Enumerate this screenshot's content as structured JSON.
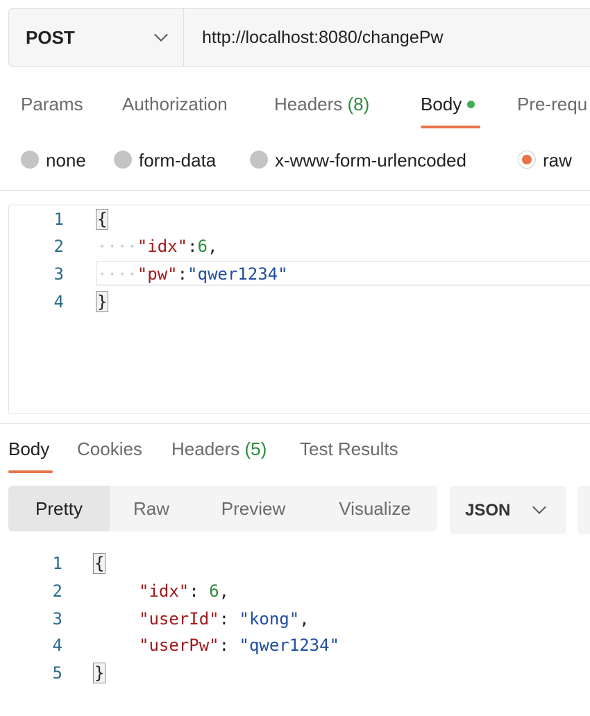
{
  "request": {
    "method": "POST",
    "url": "http://localhost:8080/changePw"
  },
  "request_tabs": [
    {
      "label": "Params"
    },
    {
      "label": "Authorization"
    },
    {
      "label": "Headers",
      "count": "(8)"
    },
    {
      "label": "Body",
      "active": true
    },
    {
      "label": "Pre-requ"
    }
  ],
  "body_types": [
    {
      "label": "none"
    },
    {
      "label": "form-data"
    },
    {
      "label": "x-www-form-urlencoded"
    },
    {
      "label": "raw",
      "selected": true
    }
  ],
  "request_body": {
    "line_numbers": [
      "1",
      "2",
      "3",
      "4"
    ],
    "open_brace": "{",
    "close_brace": "}",
    "key_idx": "\"idx\"",
    "val_idx": "6",
    "key_pw": "\"pw\"",
    "val_pw": "\"qwer1234\""
  },
  "response_tabs": [
    {
      "label": "Body",
      "active": true
    },
    {
      "label": "Cookies"
    },
    {
      "label": "Headers",
      "count": "(5)"
    },
    {
      "label": "Test Results"
    }
  ],
  "view_modes": [
    {
      "label": "Pretty",
      "active": true
    },
    {
      "label": "Raw"
    },
    {
      "label": "Preview"
    },
    {
      "label": "Visualize"
    }
  ],
  "language": "JSON",
  "response_body": {
    "line_numbers": [
      "1",
      "2",
      "3",
      "4",
      "5"
    ],
    "open_brace": "{",
    "close_brace": "}",
    "key_idx": "\"idx\"",
    "val_idx": "6",
    "key_userId": "\"userId\"",
    "val_userId": "\"kong\"",
    "key_userPw": "\"userPw\"",
    "val_userPw": "\"qwer1234\""
  },
  "colors": {
    "accent": "#e8754a",
    "count_green": "#2f8a3d",
    "json_key": "#a11a1a",
    "json_string": "#1f4fa0",
    "json_number": "#2f8a3d"
  }
}
